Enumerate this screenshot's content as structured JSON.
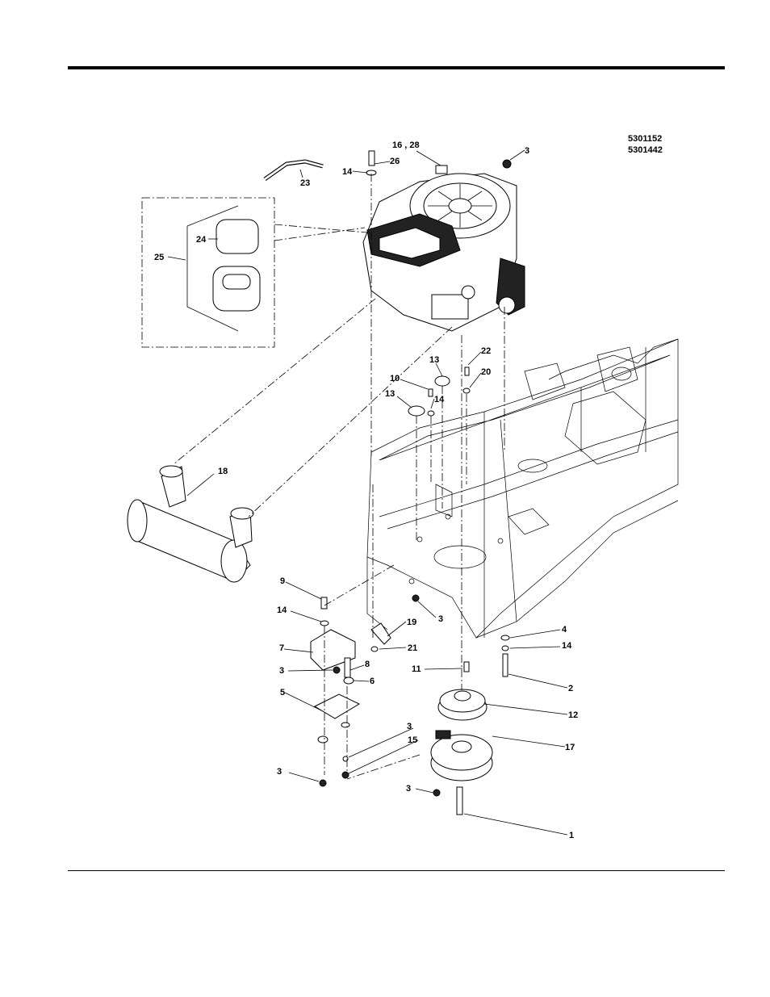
{
  "part_codes": [
    "5301152",
    "5301442"
  ],
  "callouts": [
    {
      "id": "c-16-28",
      "text": "16 , 28"
    },
    {
      "id": "c-26",
      "text": "26"
    },
    {
      "id": "c-14a",
      "text": "14"
    },
    {
      "id": "c-23",
      "text": "23"
    },
    {
      "id": "c-3a",
      "text": "3"
    },
    {
      "id": "c-24",
      "text": "24"
    },
    {
      "id": "c-25",
      "text": "25"
    },
    {
      "id": "c-13a",
      "text": "13"
    },
    {
      "id": "c-22",
      "text": "22"
    },
    {
      "id": "c-20",
      "text": "20"
    },
    {
      "id": "c-10",
      "text": "10"
    },
    {
      "id": "c-14b",
      "text": "14"
    },
    {
      "id": "c-13b",
      "text": "13"
    },
    {
      "id": "c-18",
      "text": "18"
    },
    {
      "id": "c-9",
      "text": "9"
    },
    {
      "id": "c-14c",
      "text": "14"
    },
    {
      "id": "c-3b",
      "text": "3"
    },
    {
      "id": "c-19",
      "text": "19"
    },
    {
      "id": "c-4",
      "text": "4"
    },
    {
      "id": "c-7",
      "text": "7"
    },
    {
      "id": "c-21",
      "text": "21"
    },
    {
      "id": "c-14d",
      "text": "14"
    },
    {
      "id": "c-3c",
      "text": "3"
    },
    {
      "id": "c-8",
      "text": "8"
    },
    {
      "id": "c-11",
      "text": "11"
    },
    {
      "id": "c-6",
      "text": "6"
    },
    {
      "id": "c-2",
      "text": "2"
    },
    {
      "id": "c-5",
      "text": "5"
    },
    {
      "id": "c-12",
      "text": "12"
    },
    {
      "id": "c-3d",
      "text": "3"
    },
    {
      "id": "c-15",
      "text": "15"
    },
    {
      "id": "c-17",
      "text": "17"
    },
    {
      "id": "c-3e",
      "text": "3"
    },
    {
      "id": "c-3f",
      "text": "3"
    },
    {
      "id": "c-1",
      "text": "1"
    }
  ]
}
